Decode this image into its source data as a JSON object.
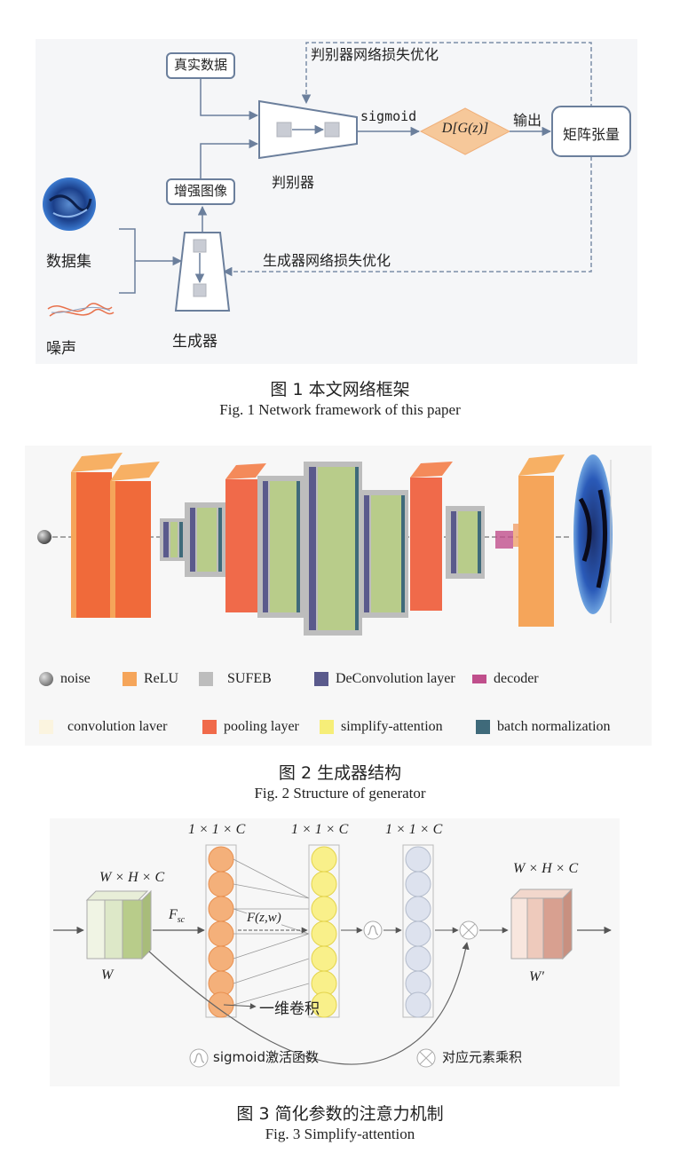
{
  "figure1": {
    "real_data": "真实数据",
    "augmented_image": "增强图像",
    "dataset": "数据集",
    "noise": "噪声",
    "generator": "生成器",
    "discriminator": "判别器",
    "sigmoid": "sigmoid",
    "d_output": "D[G(z)]",
    "output": "输出",
    "matrix_tensor": "矩阵张量",
    "disc_loss": "判别器网络损失优化",
    "gen_loss": "生成器网络损失优化",
    "caption_cn": "图 1    本文网络框架",
    "caption_en": "Fig. 1    Network framework of this paper"
  },
  "figure2": {
    "legend": [
      {
        "label": "noise",
        "color": "#808080",
        "shape": "sphere"
      },
      {
        "label": "ReLU",
        "color": "#f5a55a"
      },
      {
        "label": "SUFEB",
        "color": "#bdbdbd"
      },
      {
        "label": "DeConvolution layer",
        "color": "#5a5a8c"
      },
      {
        "label": "decoder",
        "color": "#c04f8c"
      },
      {
        "label": "convolution laver",
        "color": "#fbf4df"
      },
      {
        "label": "pooling layer",
        "color": "#f06a4a"
      },
      {
        "label": "simplify-attention",
        "color": "#f6ee78"
      },
      {
        "label": "batch  normalization",
        "color": "#3f6a7a"
      }
    ],
    "caption_cn": "图 2    生成器结构",
    "caption_en": "Fig. 2    Structure of generator"
  },
  "figure3": {
    "whc_in": "W × H × C",
    "w_in": "W",
    "fsc": "F",
    "fsc_sub": "sc",
    "fzw": "F(z,w)",
    "c1": "1 × 1 × C",
    "c2": "1 × 1 × C",
    "c3": "1 × 1 × C",
    "whc_out": "W × H × C",
    "w_out": "W′",
    "conv1d": "一维卷积",
    "legend_sigmoid": "sigmoid激活函数",
    "legend_product": "对应元素乘积",
    "caption_cn": "图 3    简化参数的注意力机制",
    "caption_en": "Fig. 3    Simplify-attention"
  }
}
